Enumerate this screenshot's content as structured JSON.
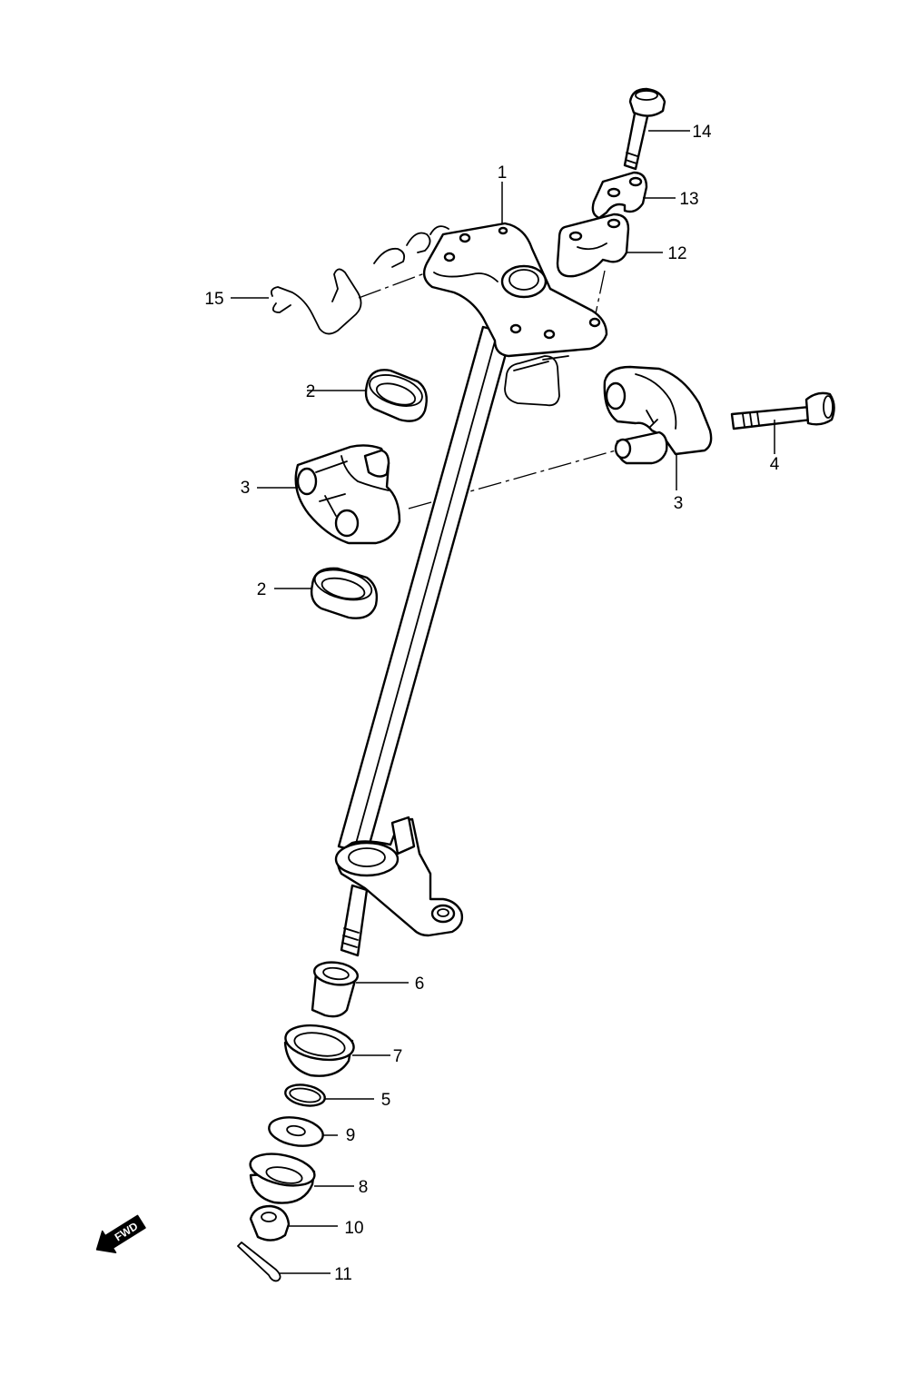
{
  "callouts": {
    "c1": "1",
    "c2a": "2",
    "c2b": "2",
    "c3a": "3",
    "c3b": "3",
    "c4": "4",
    "c5": "5",
    "c6": "6",
    "c7": "7",
    "c8": "8",
    "c9": "9",
    "c10": "10",
    "c11": "11",
    "c12": "12",
    "c13": "13",
    "c14": "14",
    "c15": "15"
  },
  "fwd_label": "FWD",
  "icons": {
    "direction": "fwd-arrow-icon"
  },
  "colors": {
    "line": "#000000",
    "background": "#ffffff"
  }
}
